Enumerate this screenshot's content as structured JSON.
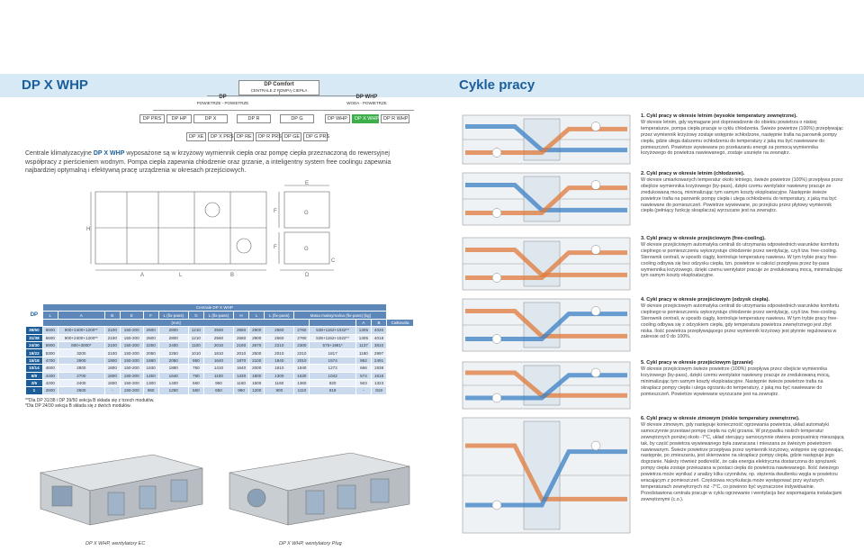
{
  "left": {
    "title": "DP X WHP",
    "tree": {
      "top": {
        "title": "DP Comfort",
        "sub": "CENTRALE Z POMPĄ CIEPŁA"
      },
      "branch_dp": {
        "title": "DP",
        "sub": "POWIETRZE - POWIETRZE"
      },
      "branch_whp": {
        "title": "DP WHP",
        "sub": "WODA - POWIETRZE"
      },
      "row1": [
        "DP PRS",
        "DP HP",
        "DP X",
        "DP R",
        "DP G",
        "DP WHP",
        "DP X WHP",
        "DP R WHP"
      ],
      "row2": [
        "DP XE",
        "DP X PRS",
        "DP RE",
        "DP R PRS",
        "DP GE",
        "DP G PRS"
      ]
    },
    "intro_prefix": "Centrale klimatyzacyjne ",
    "intro_bold": "DP X WHP",
    "intro_rest": " wyposażone są w krzyżowy wymiennik ciepła oraz pompę ciepła przeznaczoną do rewersyjnej współpracy z pierścieniem wodnym. Pompa ciepła zapewnia chłodzenie oraz grzanie, a inteligentny system free coolingu zapewnia najbardziej optymalną i efektywną pracę urządzenia w okresach przejściowych.",
    "drawing_labels": {
      "h": "H",
      "g1": "G",
      "g2": "G",
      "e": "E",
      "f1": "F",
      "f2": "F",
      "a": "A",
      "b": "B",
      "c": "C",
      "l": "L",
      "d": "D"
    },
    "table": {
      "caption": "Centrale DP X WHP",
      "dp_label": "DP",
      "headers": [
        "L",
        "A",
        "B",
        "E",
        "F",
        "L (fix-pass)",
        "G",
        "L (fix-pass)",
        "H",
        "L",
        "L (fix-pass)",
        "Masa maksymalna (fix-pass) [kg]"
      ],
      "units": "[mm]",
      "sub_headers": [
        "A",
        "B",
        "Całkowita"
      ],
      "rows": [
        [
          "39/50",
          "6600",
          "900+2400+1200**",
          "2100",
          "150-200",
          "2600",
          "2800",
          "1210",
          "2560",
          "2560",
          "2900",
          "2560",
          "2760",
          "538+1162+1022**",
          "1305",
          "4020"
        ],
        [
          "31/38",
          "6600",
          "900+2400+1200**",
          "2100",
          "150-200",
          "2600",
          "2800",
          "1210",
          "2560",
          "2560",
          "2900",
          "2560",
          "2760",
          "538+1162+1022**",
          "1305",
          "4018"
        ],
        [
          "24/30",
          "5900",
          "800+3000*",
          "2100",
          "150-200",
          "2250",
          "2400",
          "1100",
          "2010",
          "2160",
          "2670",
          "2210",
          "2300",
          "575+1981*",
          "1137",
          "3810"
        ],
        [
          "19/22",
          "5300",
          "3200",
          "2100",
          "150-200",
          "2050",
          "2250",
          "1010",
          "1810",
          "2010",
          "2500",
          "2010",
          "2210",
          "1817",
          "1180",
          "2997"
        ],
        [
          "15/18",
          "4700",
          "2900",
          "1900",
          "150-200",
          "1880",
          "2050",
          "950",
          "1640",
          "1870",
          "2100",
          "1840",
          "2010",
          "1574",
          "952",
          "2491"
        ],
        [
          "10/14",
          "4600",
          "2800",
          "1800",
          "150-200",
          "1630",
          "1880",
          "760",
          "1410",
          "1640",
          "2000",
          "1610",
          "1840",
          "1272",
          "666",
          "1938"
        ],
        [
          "6/9",
          "4400",
          "2700",
          "1800",
          "150-200",
          "1450",
          "1640",
          "760",
          "1100",
          "1330",
          "1800",
          "1300",
          "1530",
          "1042",
          "574",
          "1616"
        ],
        [
          "2/5",
          "4200",
          "2400",
          "1800",
          "150-200",
          "1300",
          "1400",
          "560",
          "960",
          "1160",
          "1600",
          "1160",
          "1360",
          "820",
          "503",
          "1323"
        ],
        [
          "1",
          "2600",
          "2600",
          "-",
          "150-200",
          "960",
          "1250",
          "550",
          "650",
          "960",
          "1200",
          "800",
          "1110",
          "819",
          "-",
          "819"
        ]
      ],
      "notes": [
        "**Dla DP 31/38 i DP 39/50 sekcja B składa się z trzech modułów.",
        "*Dla DP 24/30 sekcja B składa się z dwóch modułów."
      ]
    },
    "captions": [
      "DP X WHP, wentylatory EC",
      "DP X WHP, wentylatory Plug"
    ]
  },
  "right": {
    "title": "Cykle pracy",
    "cycles": [
      {
        "head": "1. Cykl pracy w okresie letnim (wysokie temperatury zewnętrzne).",
        "body": "W okresie letnim, gdy wymagane jest doprowadzenie do obiektu powietrza o niskiej temperaturze, pompa ciepła pracuje w cyklu chłodzenia. Świeże powietrze (100%) przepływając przez wymiennik krzyżowy zostaje wstępnie schłodzone, następnie trafia na parownik pompy ciepła, gdzie ulega dalszemu ochłodzeniu do temperatury z jaką ma być nawiewane do pomieszczeń. Powietrze wywiewane po przekazaniu energii za pomocą wymiennika krzyżowego do powietrza nawiewanego, zostaje usunięte na zewnątrz."
      },
      {
        "head": "2. Cykl pracy w okresie letnim (chłodzenie).",
        "body": "W okresie umiarkowanych temperatur około letniego, świeże powietrze (100%) przepływa przez obejście wymiennika krzyżowego (by-pass), dzięki czemu wentylator nawiewny pracuje ze zredukowaną mocą, minimalizując tym samym koszty eksploatacyjne. Następnie świeże powietrze trafia na parownik pompy ciepła i ulega ochłodzeniu do temperatury, z jaką ma być nawiewane do pomieszczeń. Powietrze wywiewane, po przejściu przez płytowy wymiennik ciepła (pełniący funkcję skraplacza) wyrzucane jest na zewnątrz."
      },
      {
        "head": "3. Cykl pracy w okresie przejściowym (free-cooling).",
        "body": "W okresie przejściowym automatyka centrali do utrzymania odpowiednich warunków komfortu cieplnego w pomieszczeniu wykorzystuje chłodzenie przez wentylację, czyli tzw. free-cooling. Sterownik centrali, w sposób ciągły, kontroluje temperaturę nawiewu. W tym trybie pracy free-cooling odbywa się bez odzysku ciepła, tzn. powietrze w całości przepływa przez by-pass wymiennika krzyżowego, dzięki czemu wentylator pracuje ze zredukowaną mocą, minimalizując tym samym koszty eksploatacyjne."
      },
      {
        "head": "4. Cykl pracy w okresie przejściowym (odzysk ciepła).",
        "body": "W okresie przejściowym automatyka centrali do utrzymania odpowiednich warunków komfortu cieplnego w pomieszczeniu wykorzystuje chłodzenie przez wentylację, czyli tzw. free-cooling. Sterownik centrali, w sposób ciągły, kontroluje temperaturę nawiewu. W tym trybie pracy free-cooling odbywa się z odzyskiem ciepła, gdy temperatura powietrza zewnętrznego jest zbyt niska. Ilość powietrza przepływającego przez wymiennik krzyżowy jest płynnie regulowana w zakresie od 0 do 100%."
      },
      {
        "head": "5. Cykl pracy w okresie przejściowym (grzanie)",
        "body": "W okresie przejściowym świeże powietrze (100%) przepływa przez obejście wymiennika krzyżowego (by-pass), dzięki czemu wentylator nawiewny pracuje ze zredukowaną mocą, minimalizując tym samym koszty eksploatacyjne. Następnie świeże powietrze trafia na skraplacz pompy ciepła i ulega ogrzaniu do temperatury, z jaką ma być nawiewane do pomieszczeń. Powietrze wywiewane wyrzucane jest na zewnątrz."
      },
      {
        "head": "6. Cykl pracy w okresie zimowym (niskie temperatury zewnętrzne).",
        "body": "W okresie zimowym, gdy następuje konieczność ogrzewania powietrza, układ automatyki samoczynnie przestawi pompę ciepła na cykl grzania. W przypadku niskich temperatur zewnętrznych poniżej około -7°C, układ sterujący samoczynnie otwiera przepustnicę mieszającą tak, by część powietrza wywiewanego była zawracana i mieszana ze świeżym powietrzem nawiewanym. Świeże powietrze przepływa przez wymiennik krzyżowy, wstępnie się ogrzewając, następnie, po zmieszaniu, jest skierowane na skraplacz pompy ciepła, gdzie następuje jego dogrzanie. Należy również podkreślić, że cała energia elektryczna dostarczona do sprężarek pompy ciepła zostaje przekazana w postaci ciepła do powietrza nawiewanego. Ilość świeżego powietrza może wynikać z analizy kilku czynników, np. stężenia dwutlenku węgla w powietrzu wracającym z pomieszczeń. Częściowa recyrkulacja może występować przy wyższych temperaturach zewnętrznych niż -7°C, co powinno być wyznaczone indywidualnie. Przedstawiona centrala pracuje w cyklu ogrzewanie i wentylacja bez wspomagania instalacjami zewnętrznymi (c.o.)."
      }
    ]
  },
  "colors": {
    "accent": "#1b5e9a",
    "band": "#d6e9f5",
    "green": "#3cae4a",
    "table_head": "#5d87b9"
  }
}
